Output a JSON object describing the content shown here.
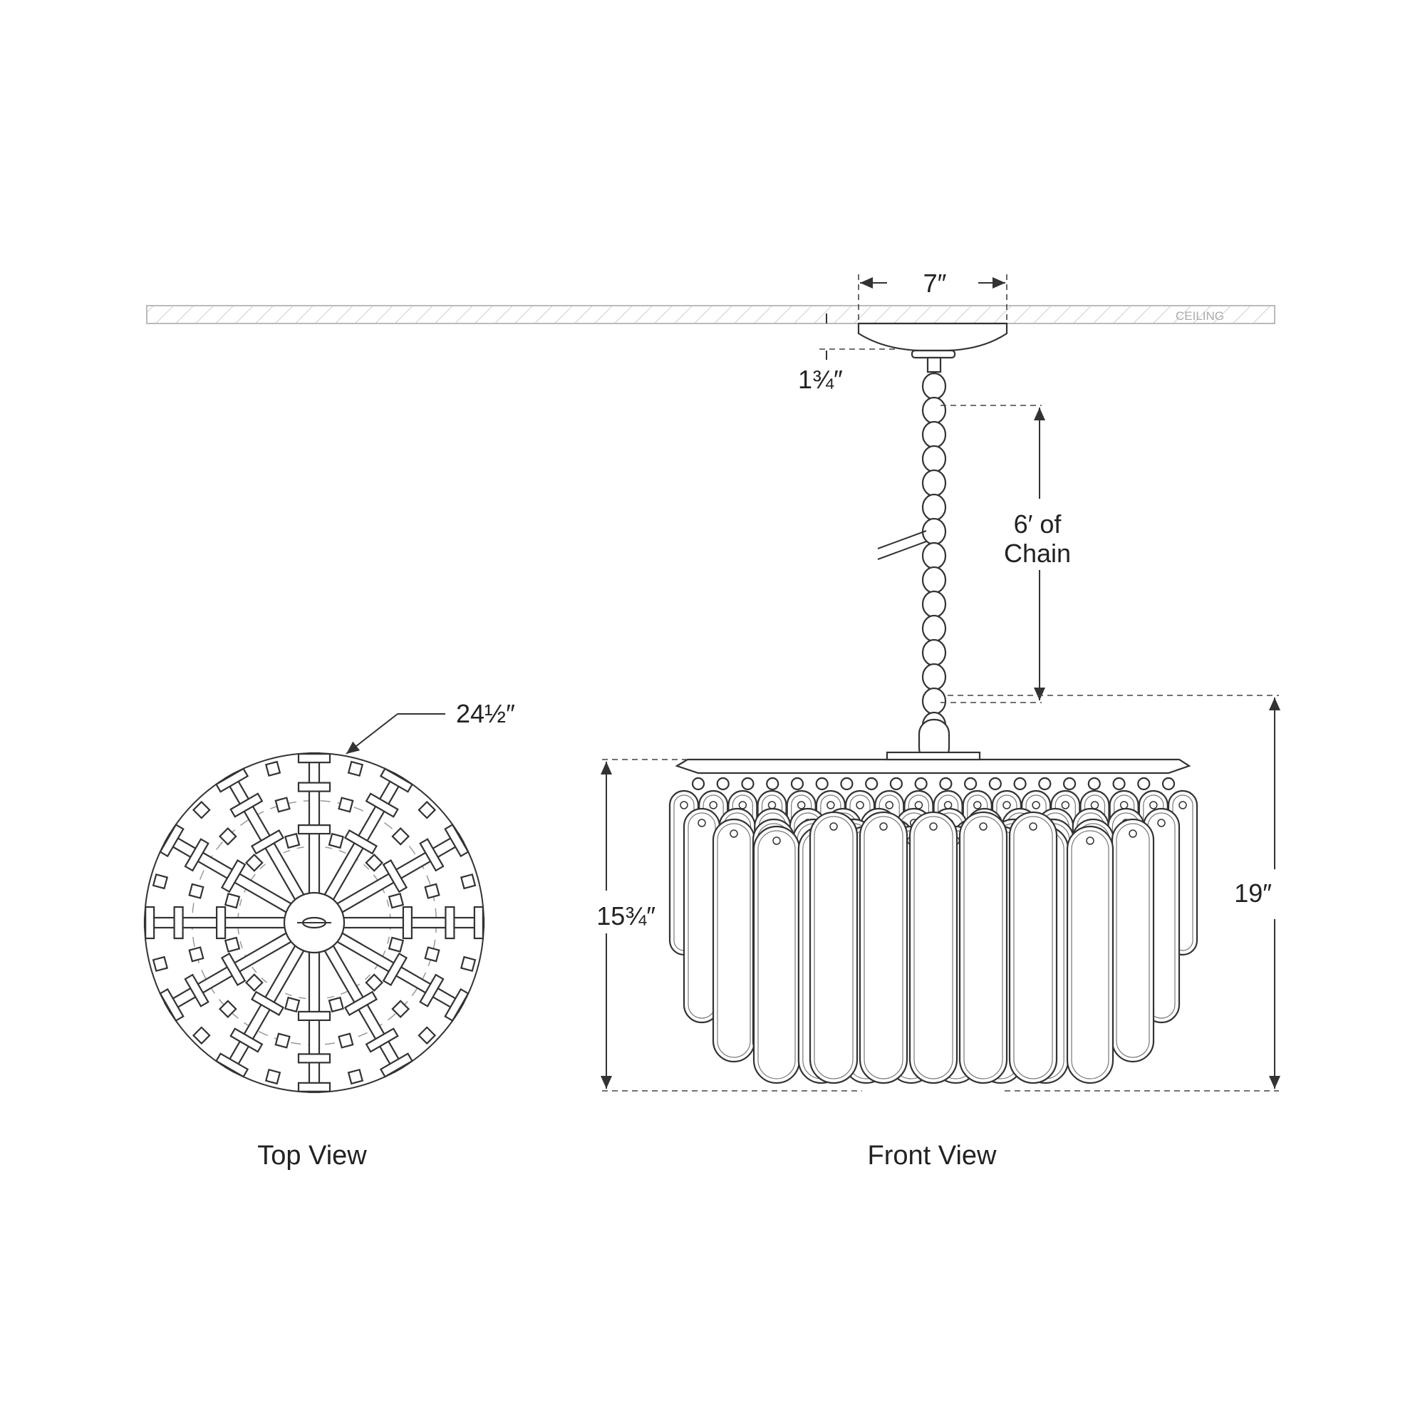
{
  "ceiling_label": "CEILING",
  "dimensions": {
    "canopy_width": "7″",
    "canopy_height": "1¾″",
    "chain_length_line1": "6′ of",
    "chain_length_line2": "Chain",
    "overall_height": "19″",
    "fixture_height": "15¾″",
    "diameter": "24½″"
  },
  "views": {
    "top": "Top View",
    "front": "Front View"
  }
}
